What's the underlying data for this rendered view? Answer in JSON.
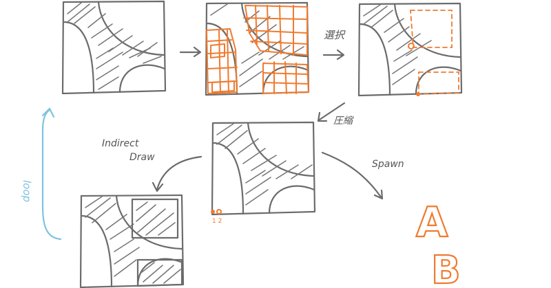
{
  "labels": {
    "select": "選択",
    "compress": "圧縮",
    "indirect_draw_line1": "Indirect",
    "indirect_draw_line2": "Draw",
    "spawn": "Spawn",
    "loop": "loop",
    "point_numbers": "1 2",
    "letter_a": "A",
    "letter_b": "B"
  },
  "colors": {
    "ink": "#6b6b6b",
    "accent": "#f07a2e",
    "loop": "#7ec3dd"
  }
}
